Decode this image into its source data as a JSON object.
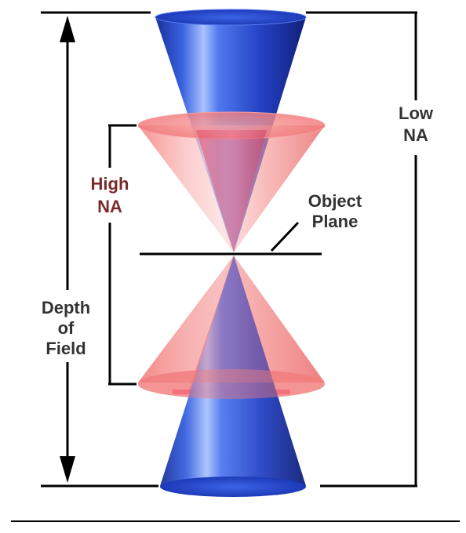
{
  "labels": {
    "low_na_line1": "Low",
    "low_na_line2": "NA",
    "high_na_line1": "High",
    "high_na_line2": "NA",
    "object_plane_line1": "Object",
    "object_plane_line2": "Plane",
    "depth_line1": "Depth",
    "depth_line2": "of",
    "depth_line3": "Field"
  },
  "colors": {
    "low_na_cone": "#2f4fd0",
    "high_na_cone": "#f07a7a",
    "label_text": "#333333",
    "high_na_text": "#7a2a2a",
    "lines": "#000000"
  }
}
